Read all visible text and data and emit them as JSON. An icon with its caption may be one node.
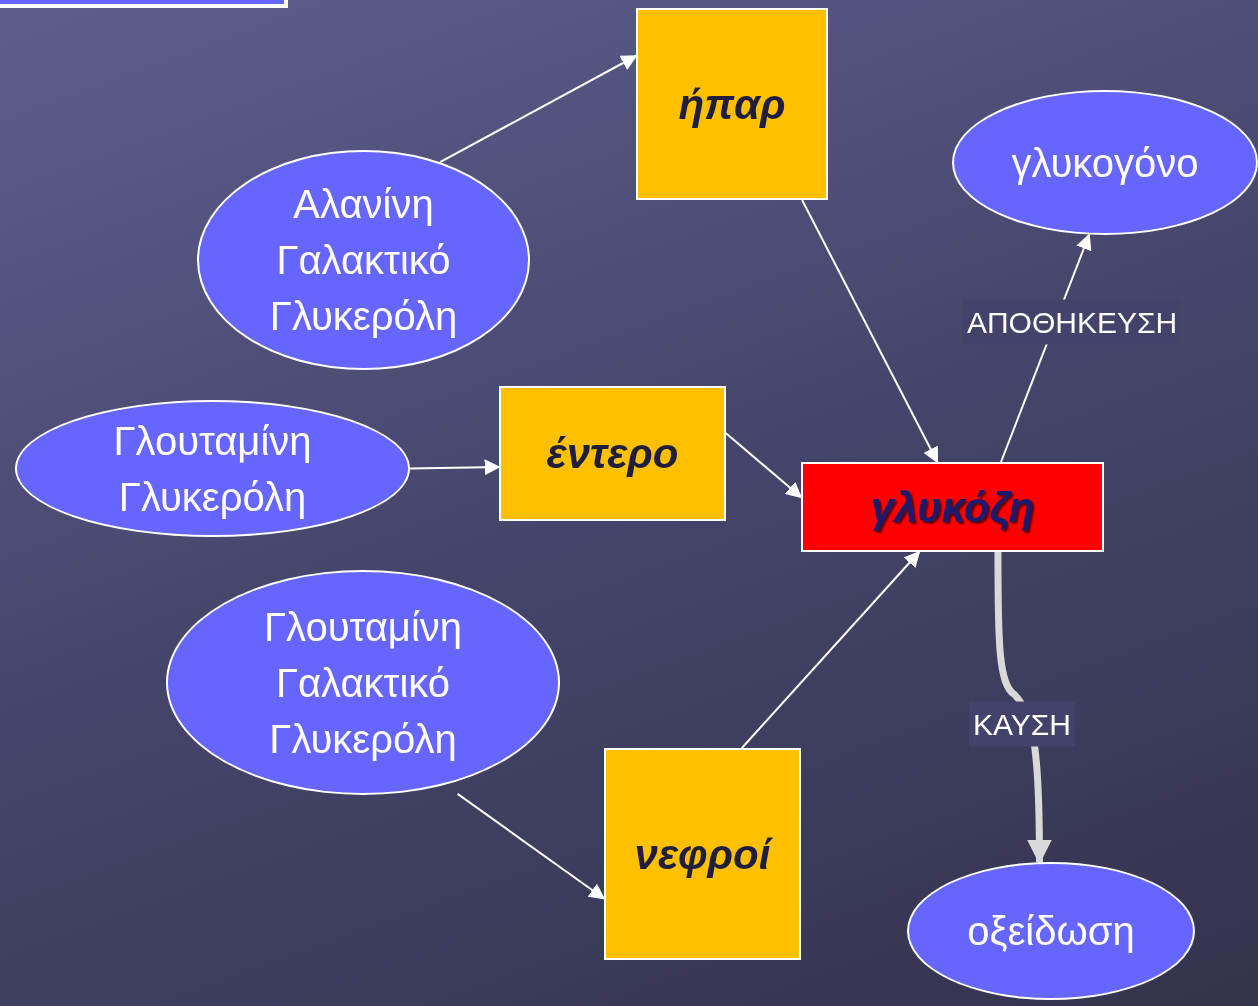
{
  "diagram": {
    "nodes": [
      {
        "text": [],
        "shape": "box"
      },
      {
        "text": [
          "ήπαρ"
        ]
      },
      {
        "text": [
          "γλυκογόνο"
        ]
      },
      {
        "text": [
          "Αλανίνη",
          "Γαλακτικό",
          "Γλυκερόλη"
        ]
      },
      {
        "text": [
          "Γλουταμίνη",
          "Γλυκερόλη"
        ]
      },
      {
        "text": [
          "έντερο"
        ]
      },
      {
        "text": [
          "γλυκόζη"
        ]
      },
      {
        "text": [
          "Γλουταμίνη",
          "Γαλακτικό",
          "Γλυκερόλη"
        ]
      },
      {
        "text": [
          "νεφροί"
        ]
      },
      {
        "text": [
          "οξείδωση"
        ]
      }
    ],
    "edges": [
      {
        "from": 3,
        "to": 1,
        "arrow": "to"
      },
      {
        "from": 1,
        "to": 6,
        "arrow": "to"
      },
      {
        "from": 6,
        "to": 2,
        "arrow": "to",
        "label": "ΑΠΟΘΗΚΕΥΣΗ"
      },
      {
        "from": 4,
        "to": 5,
        "arrow": "to"
      },
      {
        "from": 5,
        "to": 6,
        "arrow": "to"
      },
      {
        "from": 7,
        "to": 8,
        "arrow": "to"
      },
      {
        "from": 8,
        "to": 6,
        "arrow": "to"
      },
      {
        "from": 6,
        "to": 9,
        "arrow": "to",
        "label": "ΚΑΥΣΗ",
        "style": "thick",
        "color": "#d9d9d9"
      }
    ]
  }
}
